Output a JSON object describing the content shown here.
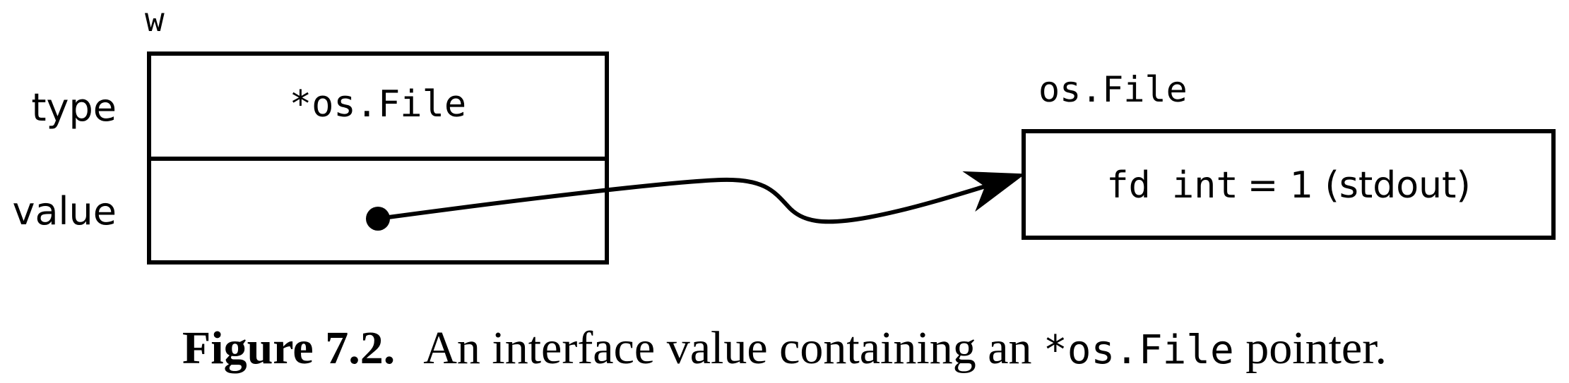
{
  "interface_var": {
    "name": "w",
    "type_label": "type",
    "value_label": "value",
    "type_value": "*os.File"
  },
  "target": {
    "label": "os.File",
    "field_name": "fd",
    "field_type": "int",
    "field_rest": "= 1 (stdout)"
  },
  "caption": {
    "number": "Figure 7.2.",
    "text_before": "An interface value containing an",
    "code": "*os.File",
    "text_after": "pointer."
  }
}
